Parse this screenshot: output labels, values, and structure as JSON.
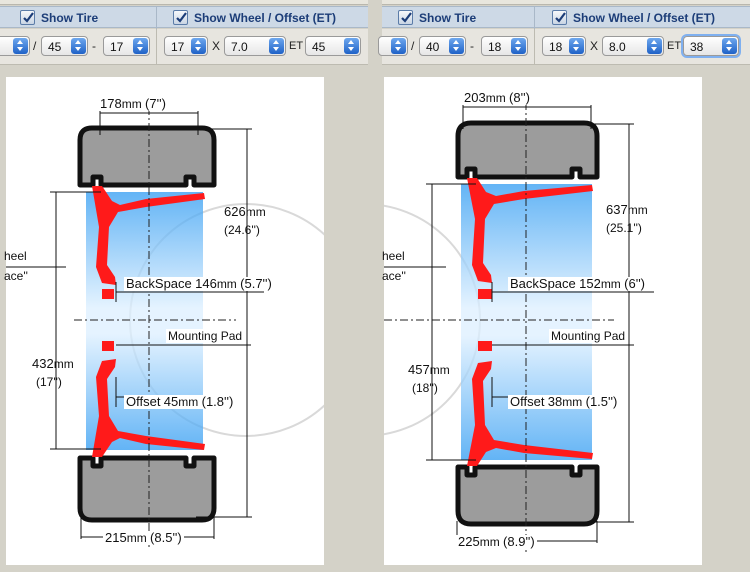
{
  "left": {
    "header": {
      "show_tire": "Show Tire",
      "show_wheel": "Show Wheel / Offset (ET)"
    },
    "controls": {
      "slash": "/",
      "dash": "-",
      "x_sym": "X",
      "et_label": "ET",
      "tire_aspect": "45",
      "tire_rim": "17",
      "wheel_diameter": "17",
      "wheel_width": "7.0",
      "wheel_offset": "45"
    },
    "labels": {
      "top_width_mm": "178",
      "top_width_in": "(7'')",
      "overall_dia_mm": "626",
      "overall_dia_in": "(24.6'')",
      "wheel_text": "heel",
      "space_text": "ace''",
      "backspace_label": "BackSpace",
      "backspace_mm": "146",
      "backspace_in": "(5.7'')",
      "mounting_pad": "Mounting Pad",
      "rim_dia_mm": "432",
      "rim_dia_in": "(17'')",
      "offset_label": "Offset",
      "offset_mm": "45",
      "offset_in": "(1.8'')",
      "bottom_width_mm": "215",
      "bottom_width_in": "(8.5'')",
      "unit": "mm"
    }
  },
  "right": {
    "header": {
      "show_tire": "Show Tire",
      "show_wheel": "Show Wheel / Offset (ET)"
    },
    "controls": {
      "slash": "/",
      "dash": "-",
      "x_sym": "X",
      "et_label": "ET",
      "tire_aspect": "40",
      "tire_rim": "18",
      "wheel_diameter": "18",
      "wheel_width": "8.0",
      "wheel_offset": "38"
    },
    "labels": {
      "top_width_mm": "203",
      "top_width_in": "(8'')",
      "overall_dia_mm": "637",
      "overall_dia_in": "(25.1'')",
      "wheel_text": "heel",
      "space_text": "ace''",
      "backspace_label": "BackSpace",
      "backspace_mm": "152",
      "backspace_in": "(6'')",
      "mounting_pad": "Mounting Pad",
      "rim_dia_mm": "457",
      "rim_dia_in": "(18'')",
      "offset_label": "Offset",
      "offset_mm": "38",
      "offset_in": "(1.5'')",
      "bottom_width_mm": "225",
      "bottom_width_in": "(8.9'')",
      "unit": "mm"
    }
  },
  "colors": {
    "tire": "#9a9a9a",
    "tire_outline": "#111111",
    "wheel": "#ff1a1a",
    "rim_fill": "#4aa8f0",
    "header_text": "#1c3d78"
  }
}
